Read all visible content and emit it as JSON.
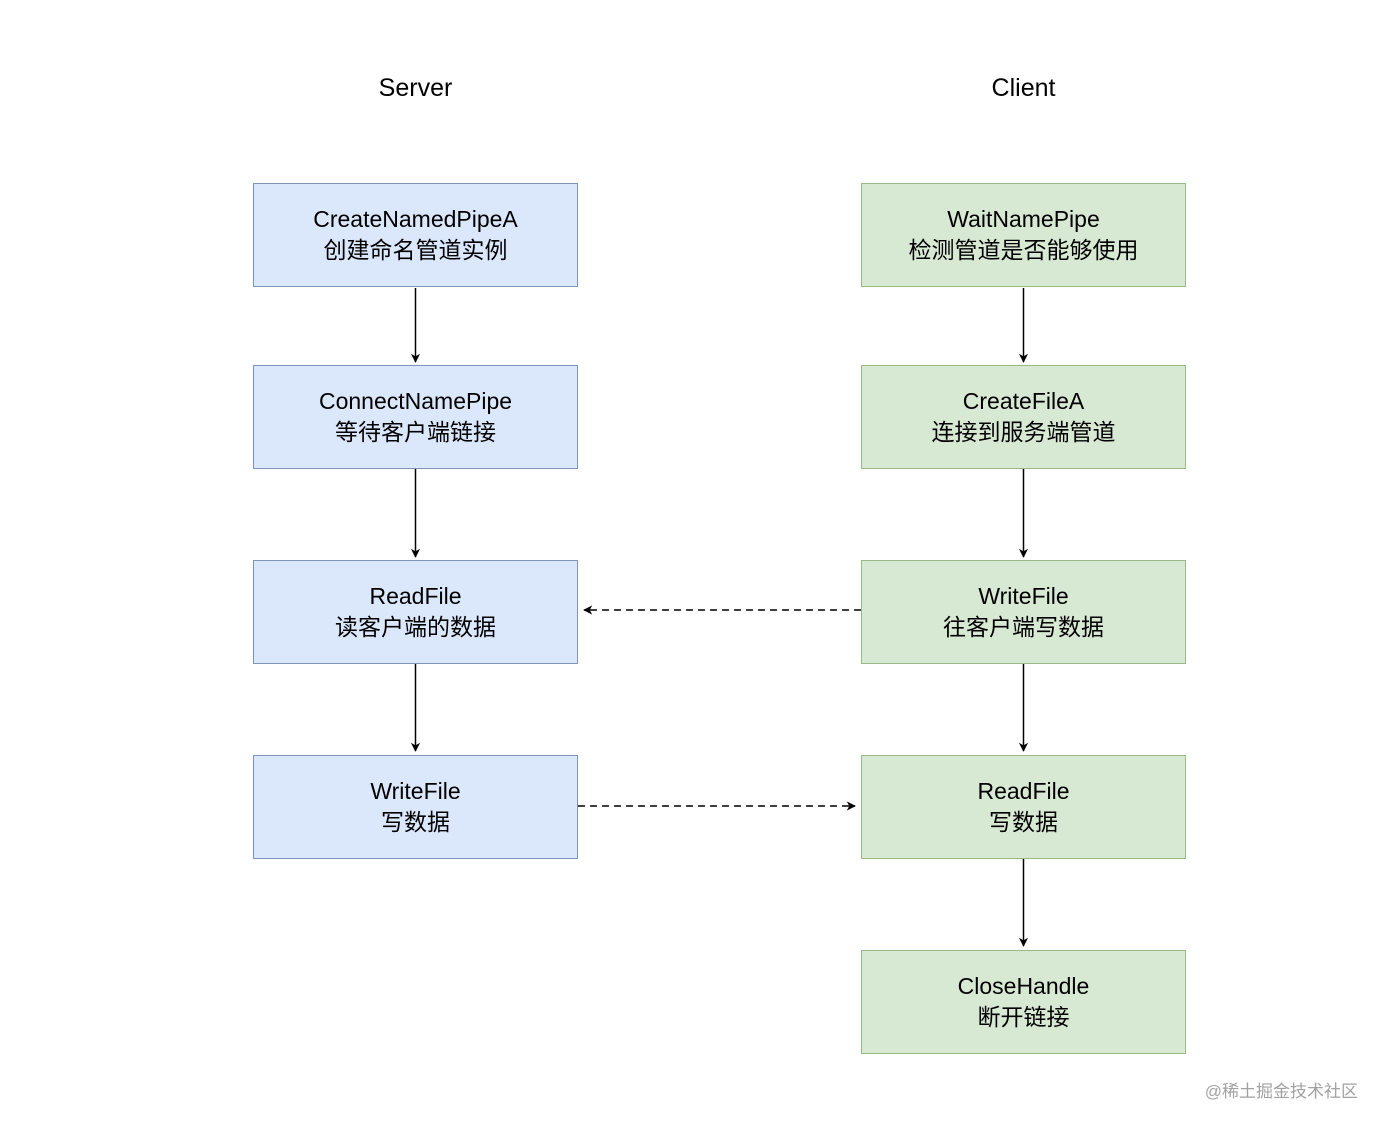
{
  "diagram": {
    "columns": [
      {
        "label": "Server",
        "boxes": [
          {
            "api": "CreateNamedPipeA",
            "desc": "创建命名管道实例"
          },
          {
            "api": "ConnectNamePipe",
            "desc": "等待客户端链接"
          },
          {
            "api": "ReadFile",
            "desc": "读客户端的数据"
          },
          {
            "api": "WriteFile",
            "desc": "写数据"
          }
        ]
      },
      {
        "label": "Client",
        "boxes": [
          {
            "api": "WaitNamePipe",
            "desc": "检测管道是否能够使用"
          },
          {
            "api": "CreateFileA",
            "desc": "连接到服务端管道"
          },
          {
            "api": "WriteFile",
            "desc": "往客户端写数据"
          },
          {
            "api": "ReadFile",
            "desc": "写数据"
          },
          {
            "api": "CloseHandle",
            "desc": "断开链接"
          }
        ]
      }
    ],
    "edges": [
      {
        "from": "server.CreateNamedPipeA",
        "to": "server.ConnectNamePipe",
        "style": "solid"
      },
      {
        "from": "server.ConnectNamePipe",
        "to": "server.ReadFile",
        "style": "solid"
      },
      {
        "from": "server.ReadFile",
        "to": "server.WriteFile",
        "style": "solid"
      },
      {
        "from": "client.WaitNamePipe",
        "to": "client.CreateFileA",
        "style": "solid"
      },
      {
        "from": "client.CreateFileA",
        "to": "client.WriteFile",
        "style": "solid"
      },
      {
        "from": "client.WriteFile",
        "to": "client.ReadFile",
        "style": "solid"
      },
      {
        "from": "client.ReadFile",
        "to": "client.CloseHandle",
        "style": "solid"
      },
      {
        "from": "client.WriteFile",
        "to": "server.ReadFile",
        "style": "dashed"
      },
      {
        "from": "server.WriteFile",
        "to": "client.ReadFile",
        "style": "dashed"
      }
    ],
    "colors": {
      "server_fill": "#dbe8fc",
      "server_border": "#7e96b5",
      "client_fill": "#d7e8d3",
      "client_border": "#98ba89",
      "arrow": "#000000",
      "watermark_text": "#a2a2a2"
    },
    "watermark": "@稀土掘金技术社区"
  }
}
